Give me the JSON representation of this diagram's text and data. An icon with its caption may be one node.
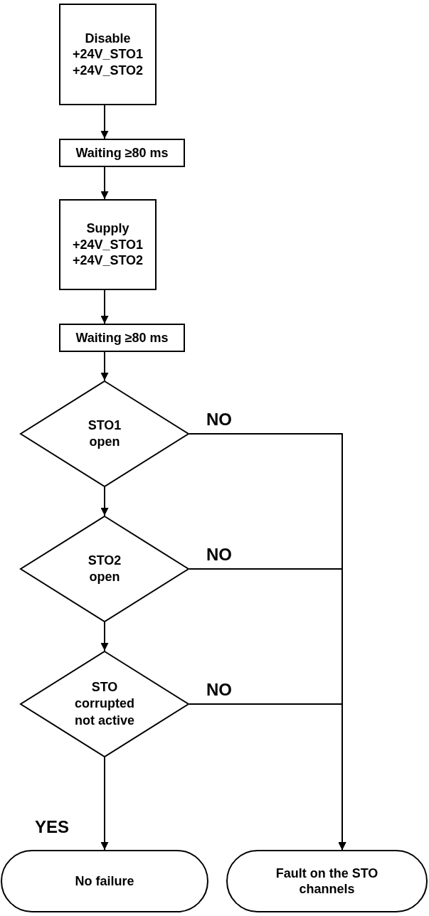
{
  "diagram": {
    "nodes": [
      {
        "text": [
          "Disable +24V_STO1 +24V_STO2"
        ]
      },
      {
        "text": [
          "Waiting ≥80 ms"
        ]
      },
      {
        "text": [
          "Supply +24V_STO1 +24V_STO2"
        ]
      },
      {
        "text": [
          "Waiting ≥80 ms"
        ]
      },
      {
        "text": [
          "STO1 open"
        ]
      },
      {
        "text": [
          "STO2 open"
        ]
      },
      {
        "text": [
          "STO corrupted not active"
        ]
      },
      {
        "text": [
          "No failure"
        ]
      },
      {
        "text": [
          "Fault on the STO channels"
        ]
      }
    ],
    "edges": [
      {
        "from": 0,
        "to": 1,
        "arrow": "to"
      },
      {
        "from": 1,
        "to": 2,
        "arrow": "to"
      },
      {
        "from": 2,
        "to": 3,
        "arrow": "to"
      },
      {
        "from": 3,
        "to": 4,
        "arrow": "to"
      },
      {
        "from": 4,
        "to": 5,
        "arrow": "to"
      },
      {
        "from": 5,
        "to": 6,
        "arrow": "to"
      },
      {
        "from": 6,
        "to": 7,
        "arrow": "to",
        "label": "YES"
      },
      {
        "from": 4,
        "to": 8,
        "arrow": "to",
        "label": "NO"
      },
      {
        "from": 5,
        "to": 8,
        "arrow": "to",
        "label": "NO"
      },
      {
        "from": 6,
        "to": 8,
        "arrow": "to",
        "label": "NO"
      }
    ]
  }
}
